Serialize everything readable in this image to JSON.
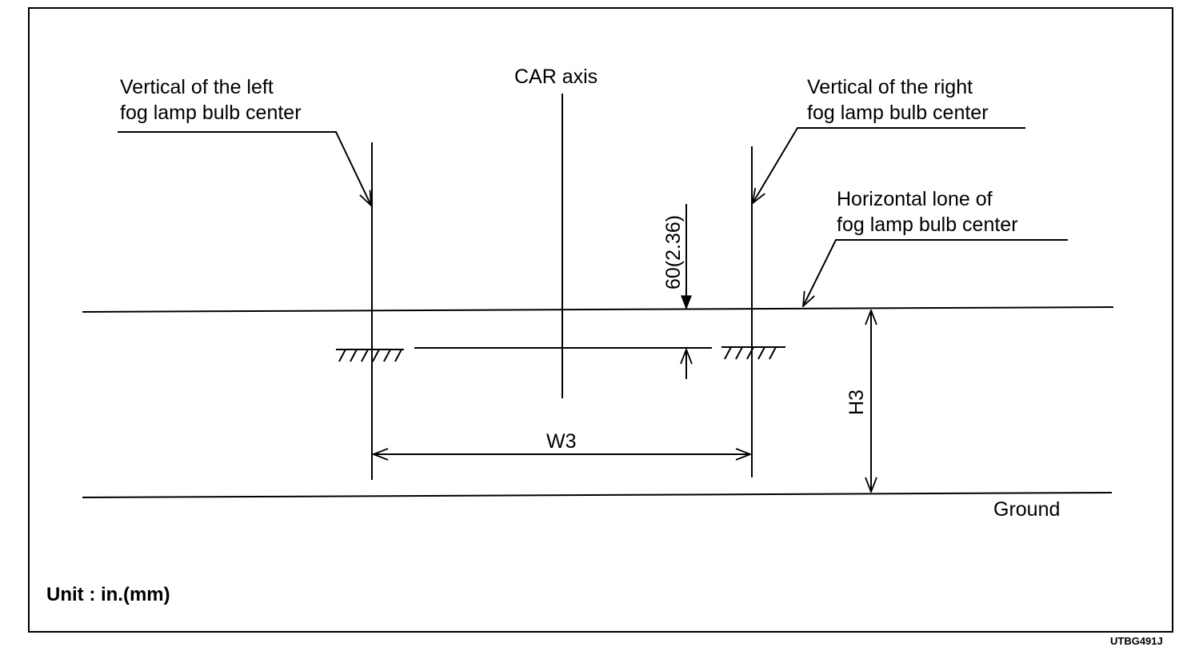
{
  "labels": {
    "left_vertical": [
      "Vertical of the left",
      "fog lamp bulb center"
    ],
    "car_axis": "CAR axis",
    "right_vertical": [
      "Vertical of the right",
      "fog lamp bulb center"
    ],
    "horizontal_line": [
      "Horizontal lone of",
      "fog lamp bulb center"
    ],
    "offset_dimension": "60(2.36)",
    "width_dimension": "W3",
    "height_dimension": "H3",
    "ground": "Ground",
    "unit": "Unit : in.(mm)",
    "figure_code": "UTBG491J"
  },
  "colors": {
    "ink": "#000000",
    "paper": "#ffffff"
  }
}
